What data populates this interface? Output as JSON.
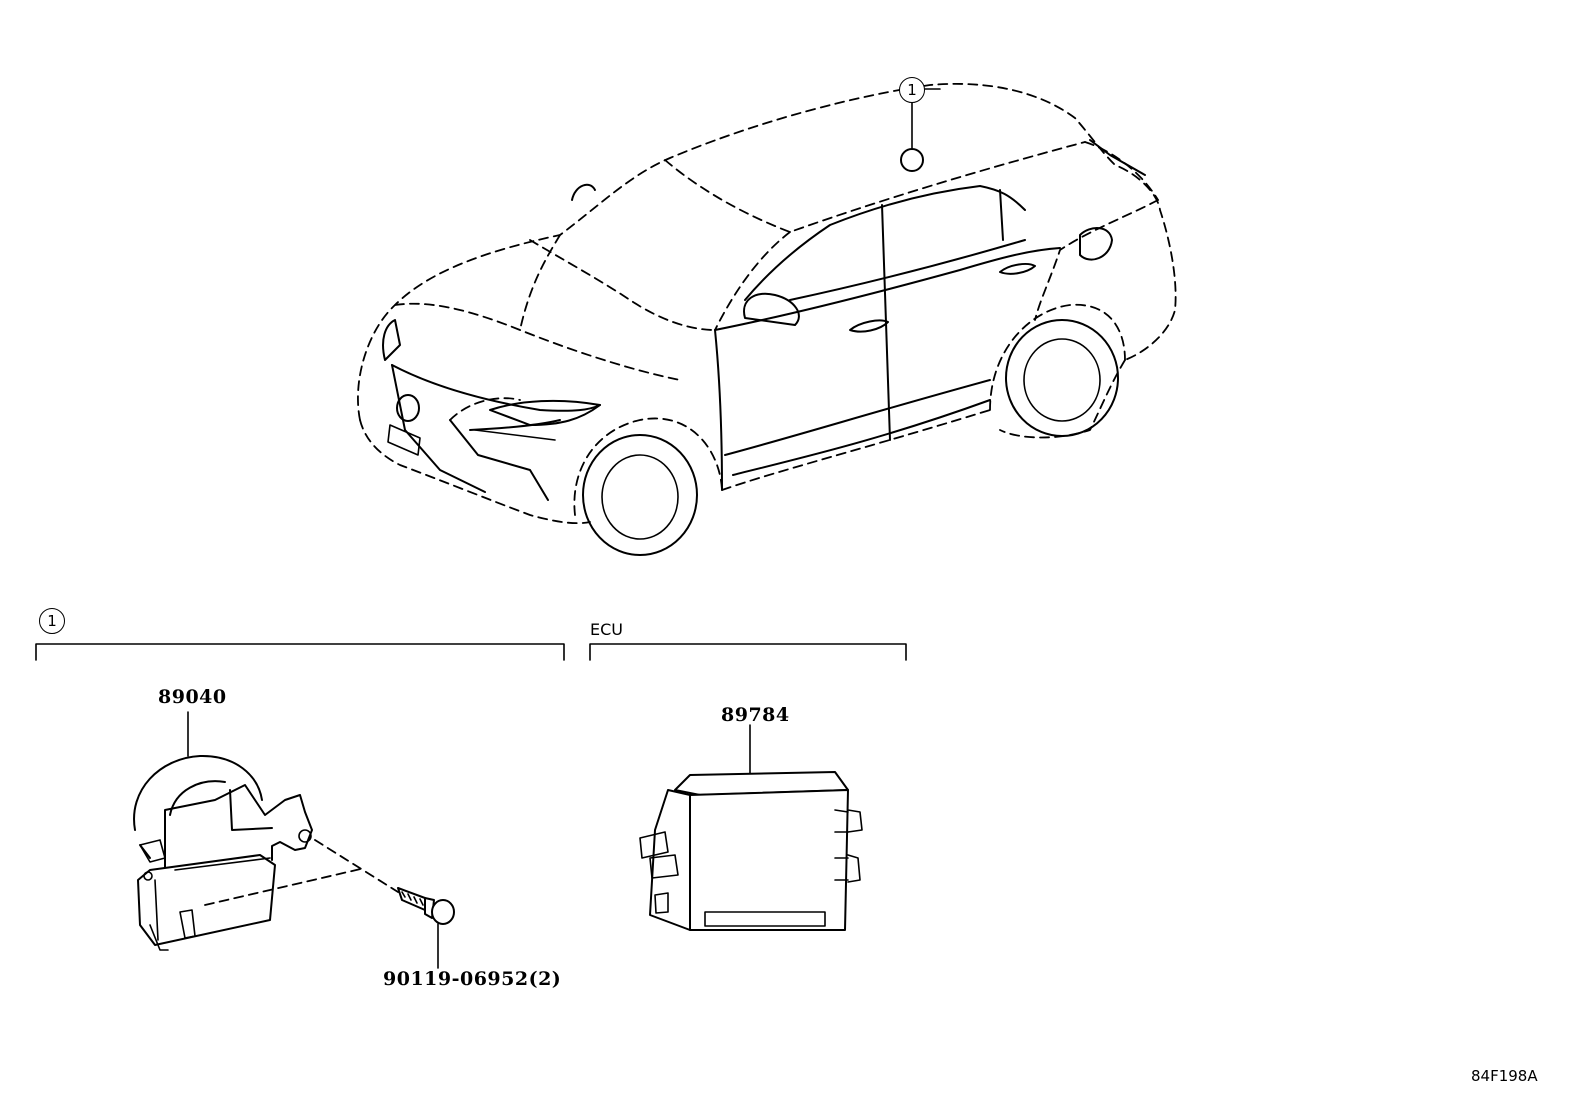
{
  "callouts": {
    "vehicle_marker": "1",
    "section_left_marker": "1"
  },
  "sections": {
    "ecu_heading": "ECU"
  },
  "parts": {
    "part_89040": "89040",
    "part_bolt": "90119-06952(2)",
    "part_89784": "89784"
  },
  "illustration_code": "84F198A"
}
